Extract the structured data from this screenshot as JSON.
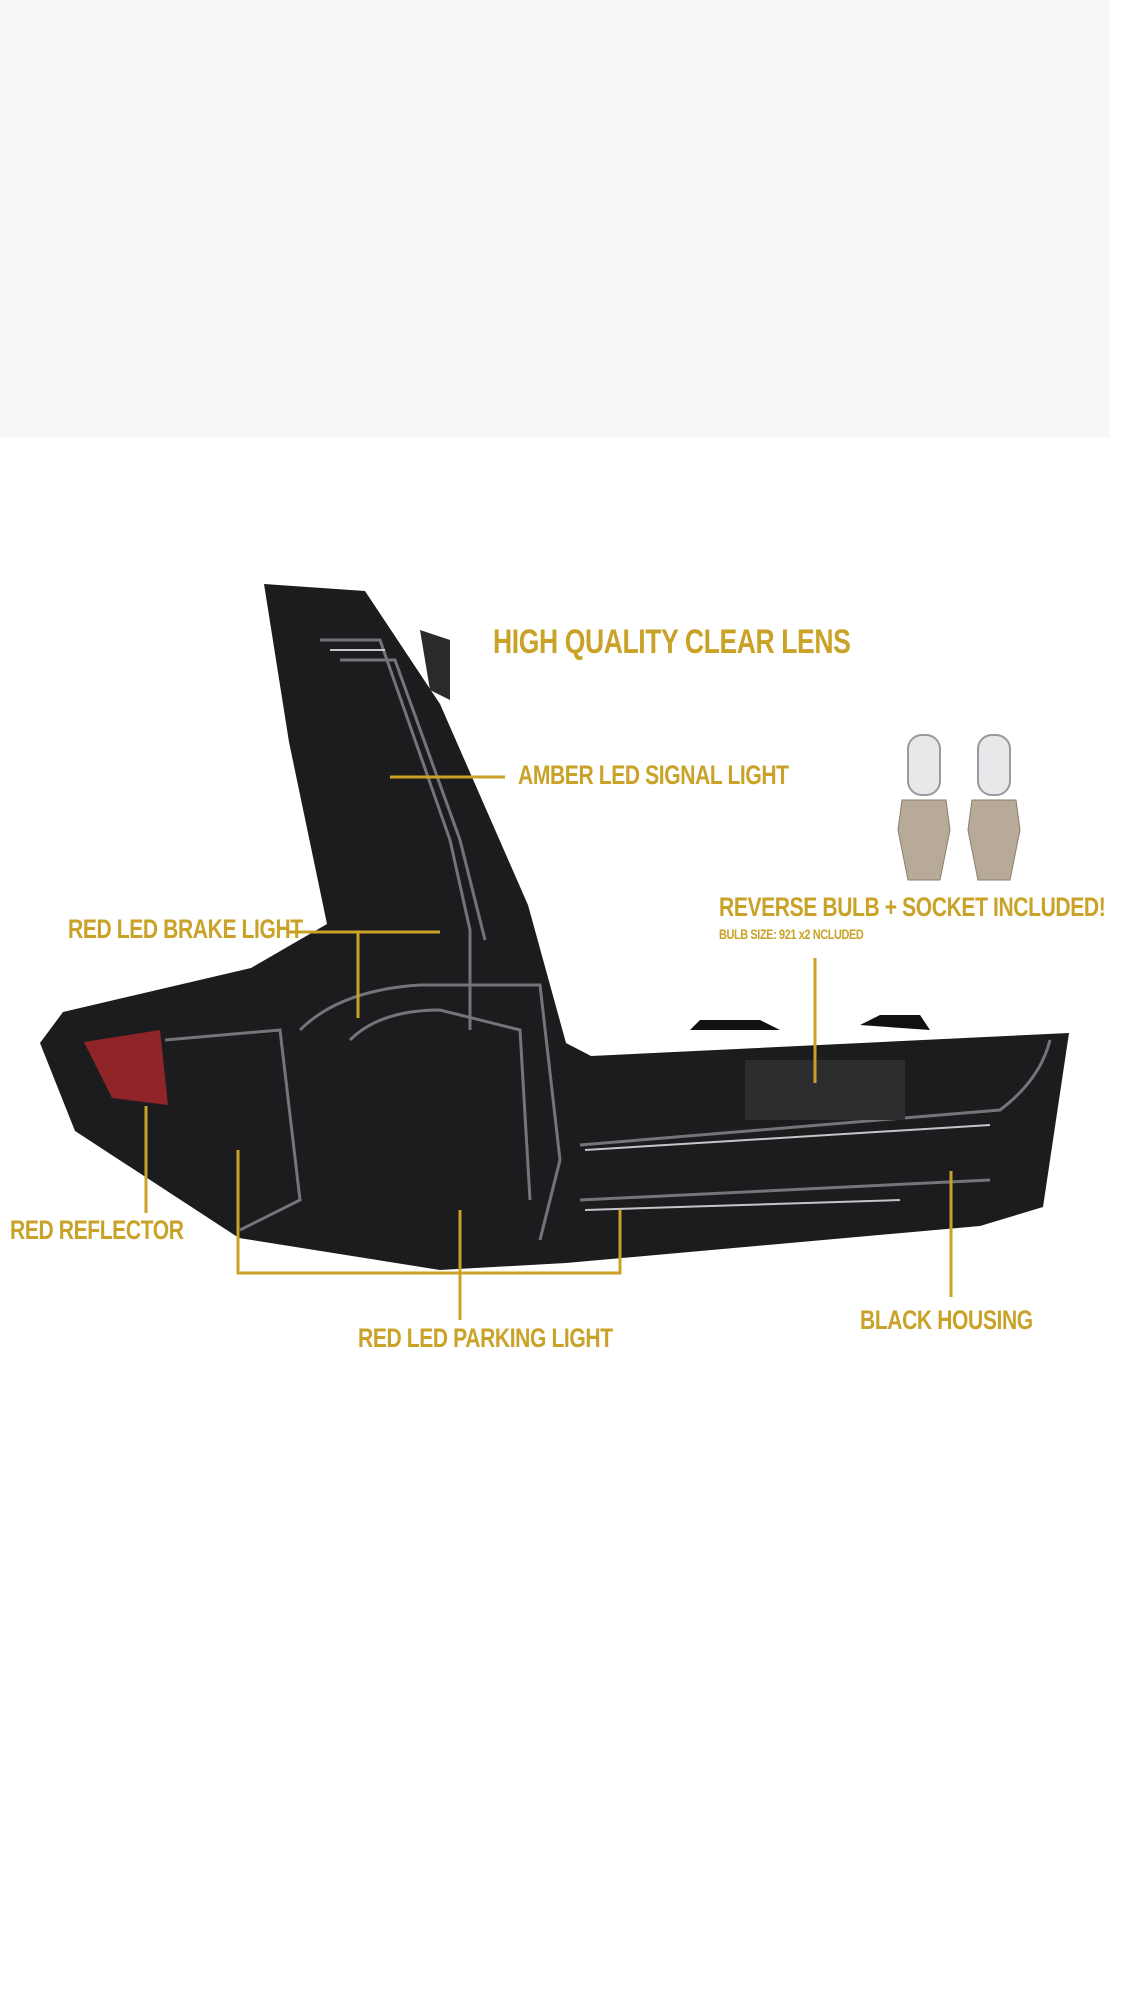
{
  "title": "HIGH QUALITY CLEAR LENS",
  "callouts": {
    "amber_signal": "AMBER LED SIGNAL LIGHT",
    "red_brake": "RED LED BRAKE LIGHT",
    "reverse_bulb": "REVERSE BULB + SOCKET INCLUDED!",
    "bulb_size": "BULB SIZE: 921 x2 NCLUDED",
    "red_reflector": "RED REFLECTOR",
    "red_parking": "RED LED PARKING LIGHT",
    "black_housing": "BLACK HOUSING"
  },
  "colors": {
    "accent": "#c9a227",
    "housing": "#1c1c1e",
    "reflector": "#a3262c"
  }
}
